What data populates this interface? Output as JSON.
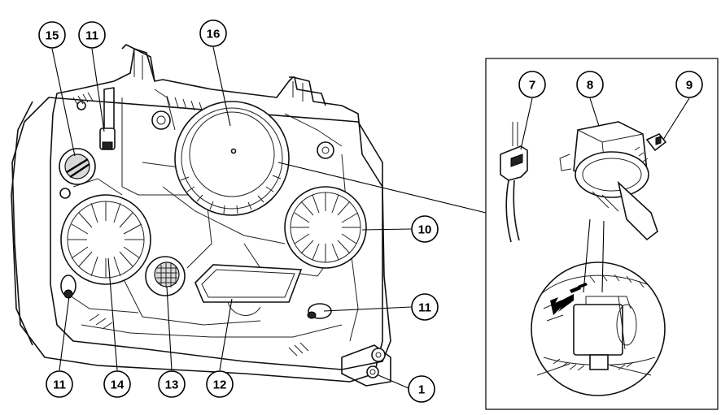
{
  "callouts": {
    "c15": "15",
    "c11_top": "11",
    "c16": "16",
    "c7": "7",
    "c8": "8",
    "c9": "9",
    "c10": "10",
    "c11_right": "11",
    "c1": "1",
    "c12": "12",
    "c13": "13",
    "c14": "14",
    "c11_bottom": "11"
  }
}
